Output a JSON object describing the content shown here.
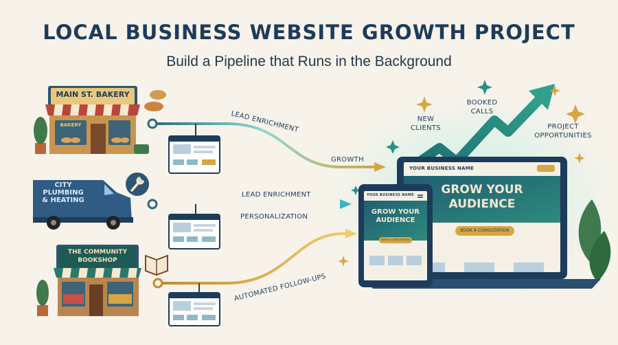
{
  "header": {
    "title": "LOCAL BUSINESS WEBSITE GROWTH PROJECT",
    "subtitle": "Build a Pipeline that Runs in the Background"
  },
  "businesses": [
    {
      "sign": "MAIN ST. BAKERY",
      "awning_text": "BAKERY"
    },
    {
      "sign_line1": "CITY",
      "sign_line2": "PLUMBING",
      "sign_line3": "& HEATING"
    },
    {
      "sign_line1": "THE COMMUNITY",
      "sign_line2": "BOOKSHOP"
    }
  ],
  "flows": {
    "top_label": "LEAD ENRICHMENT",
    "top_end_label": "GROWTH",
    "middle_label": "LEAD ENRICHMENT",
    "middle_sub_label": "PERSONALIZATION",
    "bottom_label": "AUTOMATED FOLLOW-UPS"
  },
  "outcomes": {
    "new_clients": [
      "NEW",
      "CLIENTS"
    ],
    "booked_calls": [
      "BOOKED",
      "CALLS"
    ],
    "project_opportunities": [
      "PROJECT",
      "OPPORTUNITIES"
    ]
  },
  "laptop": {
    "brand": "YOUR BUSINESS NAME",
    "headline_line1": "GROW YOUR",
    "headline_line2": "AUDIENCE",
    "cta": "BOOK A CONSULTATION"
  },
  "tablet": {
    "brand": "YOUR BUSINESS NAME",
    "headline_line1": "GROW YOUR",
    "headline_line2": "AUDIENCE",
    "cta": "BOOK A CONSULTATION"
  },
  "colors": {
    "navy": "#1d3b5a",
    "teal": "#2a8f8a",
    "gold": "#d6a642",
    "awning_red": "#b8463a",
    "cream": "#f7f3ea"
  }
}
